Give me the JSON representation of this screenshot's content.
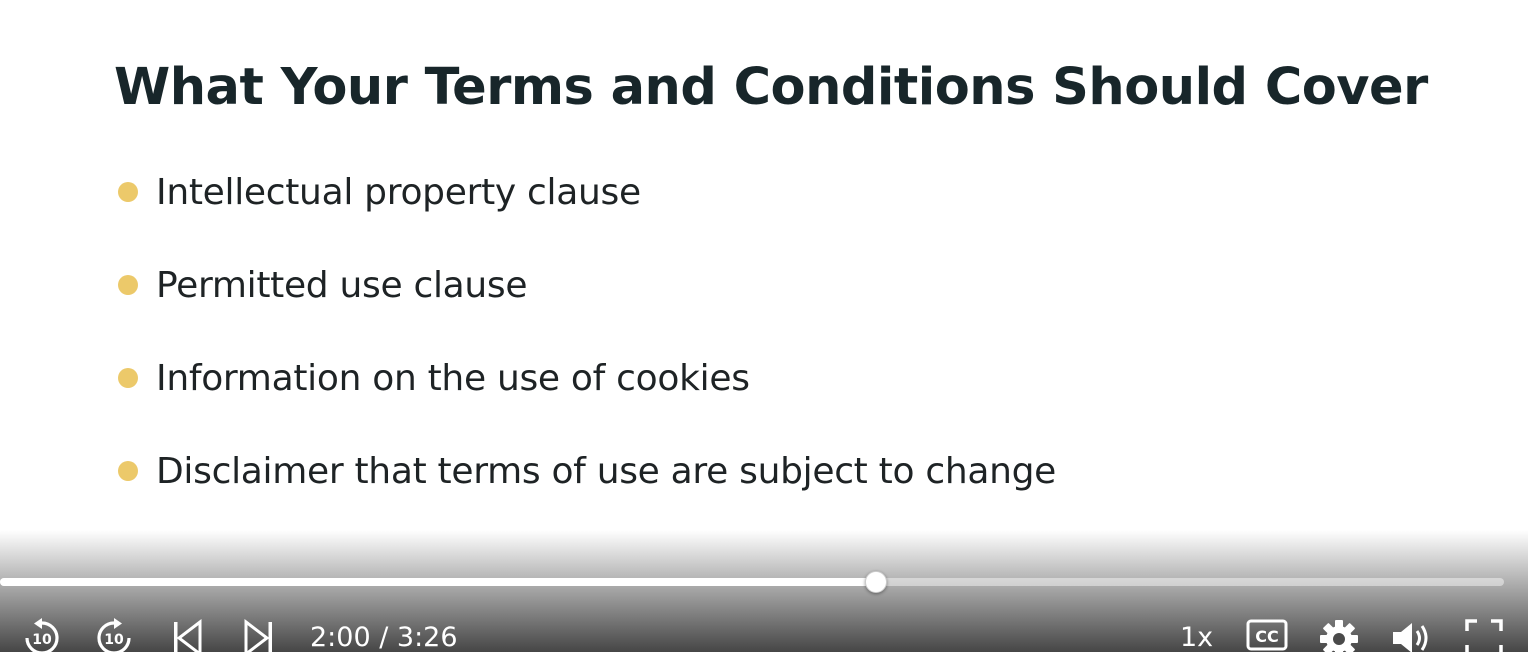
{
  "slide": {
    "title": "What Your Terms and Conditions Should Cover",
    "bullets": [
      "Intellectual property clause",
      "Permitted use clause",
      "Information on the use of cookies",
      "Disclaimer that terms of use are subject to change"
    ],
    "bullet_color": "#ecc96a"
  },
  "player": {
    "current_time": "2:00",
    "duration": "3:26",
    "time_display": "2:00 / 3:26",
    "progress_fraction": 0.5825,
    "speed_label": "1x",
    "icons": {
      "rewind": "rewind-10-icon",
      "forward": "forward-10-icon",
      "previous": "skip-previous-icon",
      "next": "skip-next-icon",
      "captions": "closed-captions-icon",
      "settings": "gear-icon",
      "volume": "volume-icon",
      "fullscreen": "fullscreen-icon"
    },
    "skip_seconds_label": "10"
  }
}
